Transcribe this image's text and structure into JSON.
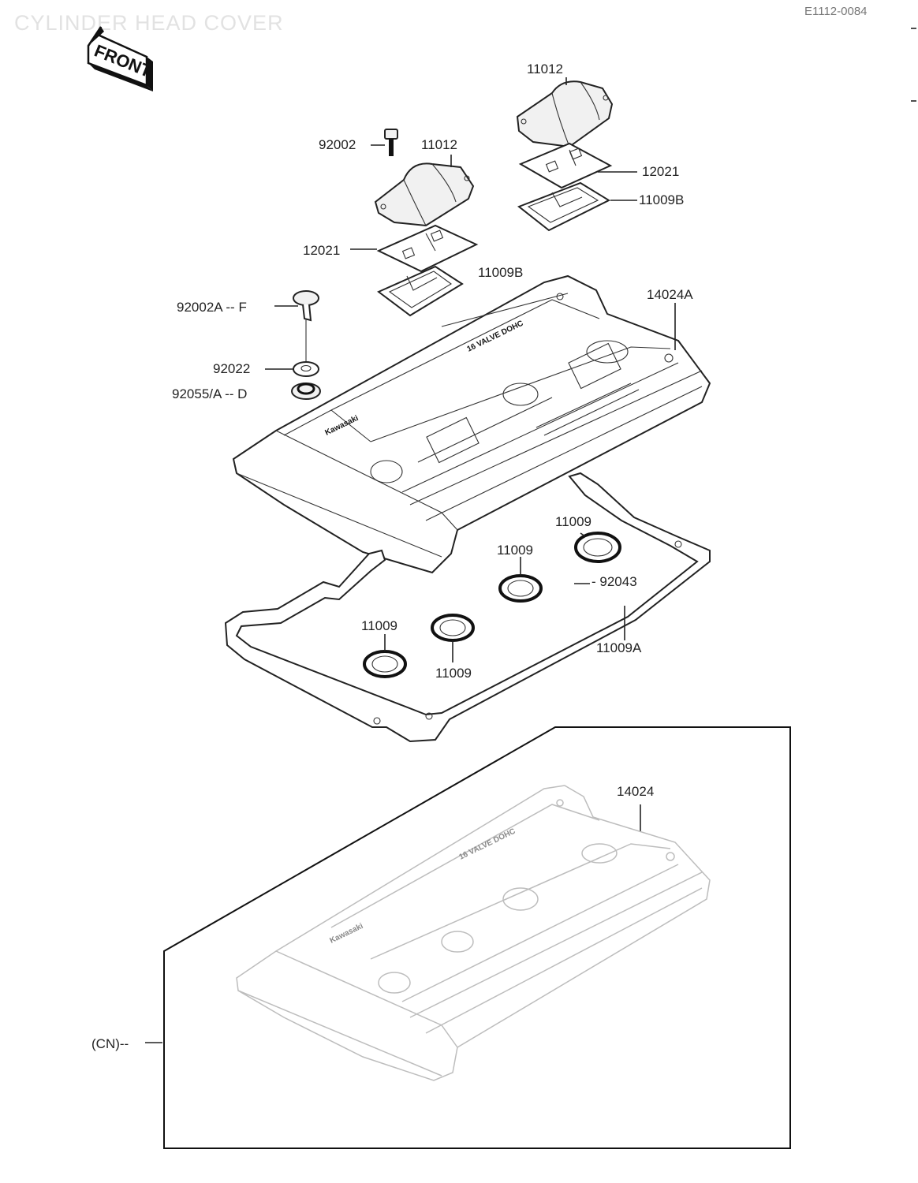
{
  "header": {
    "title": "CYLINDER HEAD COVER",
    "code": "E1112-0084"
  },
  "front_badge": "FRONT",
  "brand_mark": "Kawasaki",
  "cover_marking": "16 VALVE DOHC",
  "variant_marker": "(CN)--",
  "labels": {
    "p11012_right": "11012",
    "p92002": "92002",
    "p11012_left": "11012",
    "p12021_right": "12021",
    "p11009b_right": "11009B",
    "p12021_left": "12021",
    "p11009b_left": "11009B",
    "p14024a": "14024A",
    "p92002a": "92002A -- F",
    "p92022": "92022",
    "p92055a": "92055/A -- D",
    "p11009_a": "11009",
    "p11009_b": "11009",
    "p92043": "- 92043",
    "p11009_c": "11009",
    "p11009a": "11009A",
    "p11009_d": "11009",
    "p14024": "14024"
  }
}
